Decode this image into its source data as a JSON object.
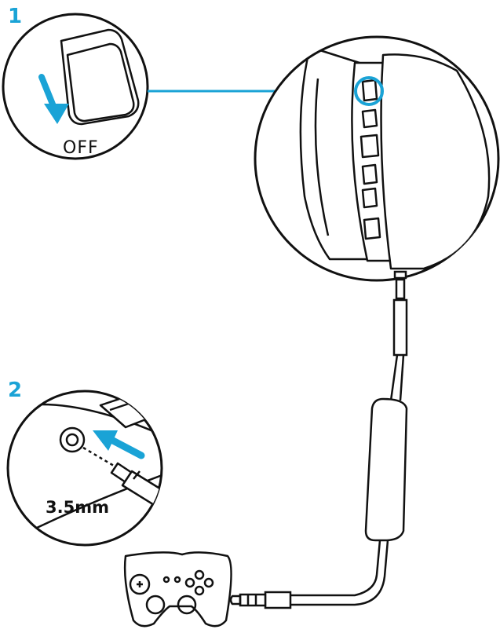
{
  "steps": {
    "step1": {
      "number": "1",
      "caption": "OFF"
    },
    "step2": {
      "number": "2",
      "caption": "3.5mm"
    }
  },
  "colors": {
    "accent": "#1aa3d6",
    "line": "#111111"
  }
}
